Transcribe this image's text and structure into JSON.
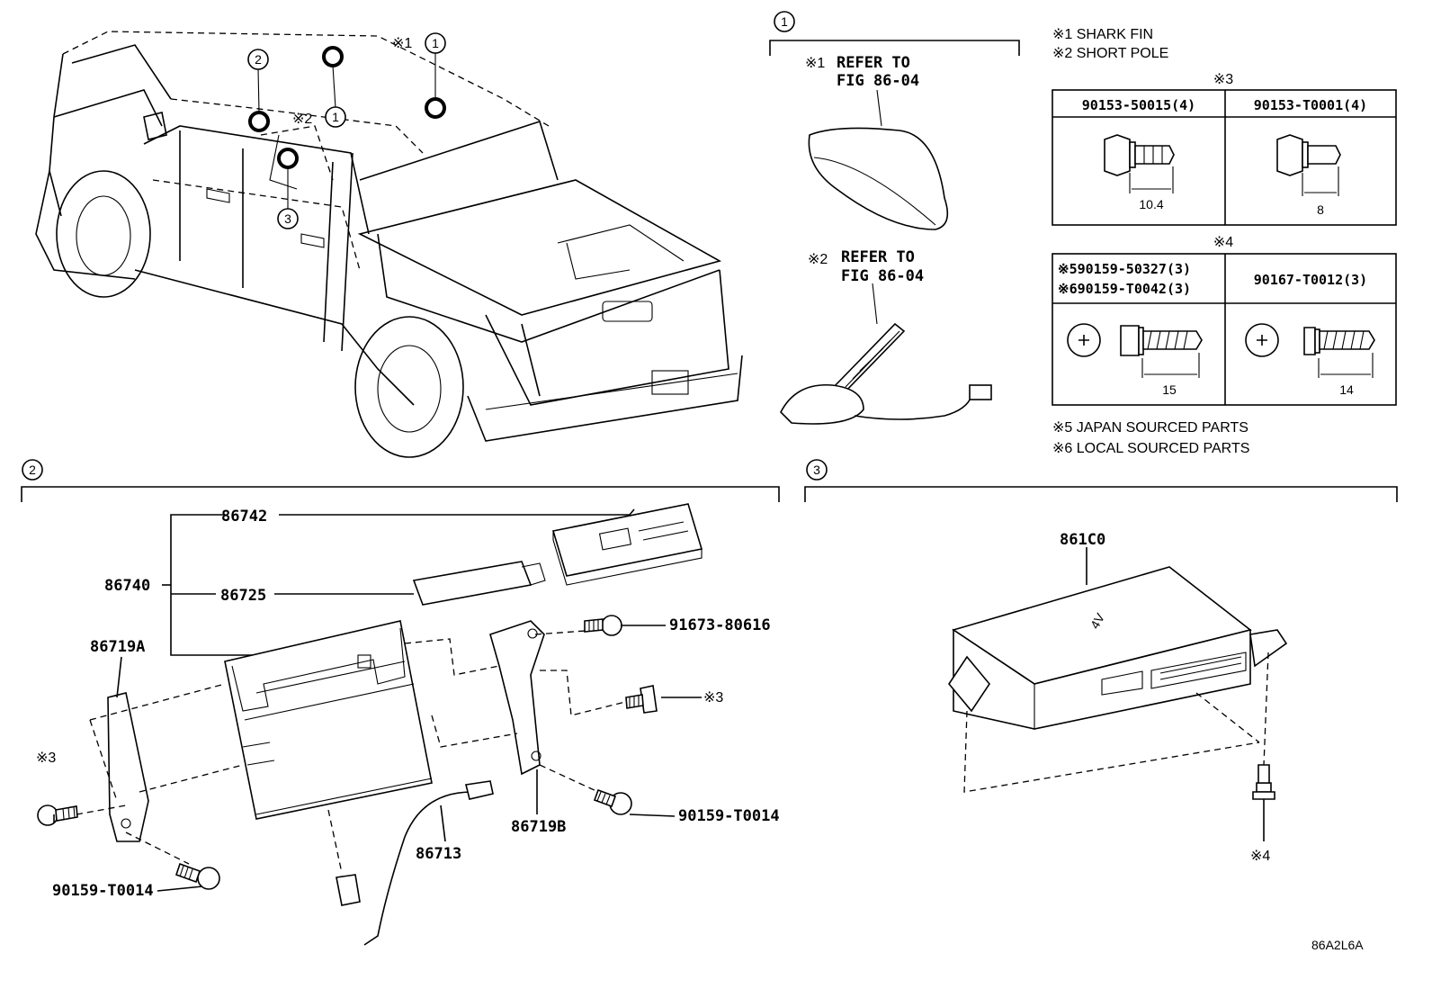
{
  "overview": {
    "ref1_upper": "1",
    "ref1_lower": "1",
    "ref2": "2",
    "ref3": "3",
    "note1": "※1",
    "note2": "※2"
  },
  "section1": {
    "ref": "1",
    "sharkfin_refer_mark": "※1",
    "sharkfin_refer_text": "REFER TO",
    "sharkfin_fig": "FIG 86-04",
    "pole_refer_mark": "※2",
    "pole_refer_text": "REFER TO",
    "pole_fig": "FIG 86-04"
  },
  "legend": {
    "line1": "※1 SHARK FIN",
    "line2": "※2 SHORT POLE",
    "table3_title": "※3",
    "table3": [
      {
        "part": "90153-50015(4)",
        "dim": "10.4"
      },
      {
        "part": "90153-T0001(4)",
        "dim": "8"
      }
    ],
    "table4_title": "※4",
    "table4": [
      {
        "part_a": "※590159-50327(3)",
        "part_b": "※690159-T0042(3)",
        "dim": "15"
      },
      {
        "part": "90167-T0012(3)",
        "dim": "14"
      }
    ],
    "note5": "※5 JAPAN SOURCED PARTS",
    "note6": "※6 LOCAL SOURCED PARTS"
  },
  "section2": {
    "ref": "2",
    "labels": {
      "p86742": "86742",
      "p86740": "86740",
      "p86725": "86725",
      "p86719A": "86719A",
      "p91673": "91673-80616",
      "star3_right": "※3",
      "star3_left": "※3",
      "p86719B": "86719B",
      "p90159_right": "90159-T0014",
      "p86713": "86713",
      "p90159_left": "90159-T0014"
    }
  },
  "section3": {
    "ref": "3",
    "p861C0": "861C0",
    "star4": "※4"
  },
  "figure_code": "86A2L6A"
}
